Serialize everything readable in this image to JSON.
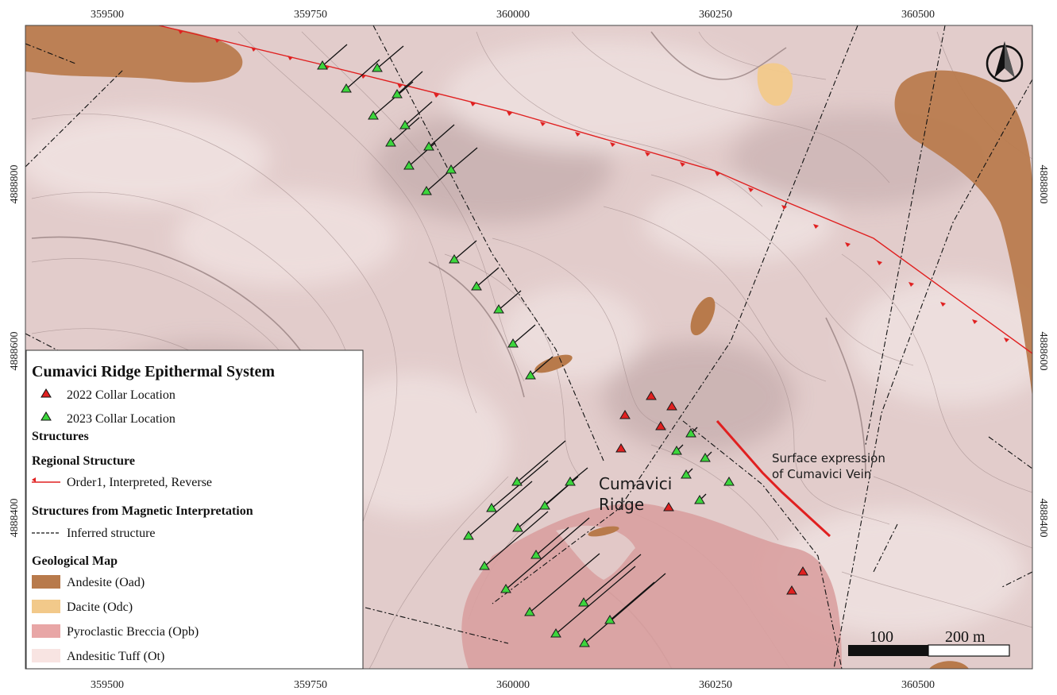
{
  "map": {
    "axis_x_ticks": [
      "359500",
      "359750",
      "360000",
      "360250",
      "360500"
    ],
    "axis_y_ticks": [
      "4888800",
      "4888600",
      "4888400"
    ],
    "label_ridge_line1": "Cumavici",
    "label_ridge_line2": "Ridge",
    "label_vein_line1": "Surface expression",
    "label_vein_line2": "of Cumavici Vein",
    "north_arrow_icon": "north-arrow-icon",
    "colors": {
      "andesite": "#b87a4b",
      "dacite": "#f2c98a",
      "pyroclastic_breccia": "#e8a6a6",
      "andesitic_tuff": "#f8e4e2",
      "collar_2022": "#e02020",
      "collar_2023": "#3cd63c",
      "regional_fault": "#e02020",
      "inferred_structure": "#111111"
    }
  },
  "legend": {
    "title": "Cumavici Ridge Epithermal System",
    "collar_2022": "2022 Collar Location",
    "collar_2023": "2023 Collar Location",
    "structures": "Structures",
    "regional_structure": "Regional Structure",
    "regional_item": "Order1, Interpreted, Reverse",
    "magnetic_heading": "Structures from Magnetic Interpretation",
    "magnetic_item": "Inferred structure",
    "geological_heading": "Geological Map",
    "andesite": "Andesite (Oad)",
    "dacite": "Dacite (Odc)",
    "pyroclastic": "Pyroclastic Breccia (Opb)",
    "tuff": "Andesitic Tuff (Ot)"
  },
  "scalebar": {
    "label_mid": "100",
    "label_end": "200 m"
  }
}
